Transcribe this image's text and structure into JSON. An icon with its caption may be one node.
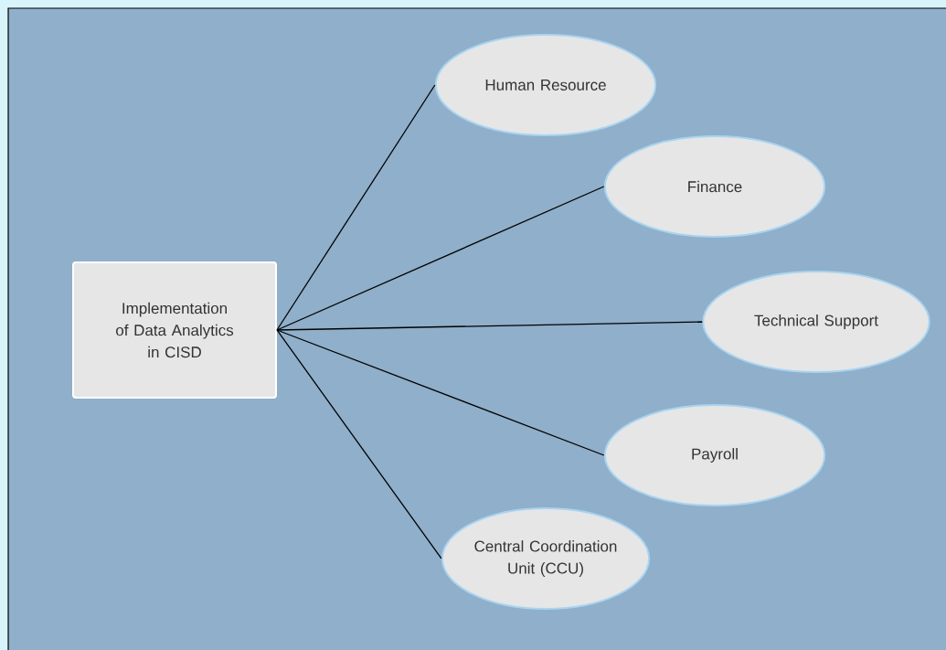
{
  "diagram": {
    "nodes": [
      {
        "text": [
          "Implementation of Data Analytics in CISD"
        ]
      },
      {
        "text": [
          "Human Resource"
        ]
      },
      {
        "text": [
          "Finance"
        ]
      },
      {
        "text": [
          "Technical Support"
        ]
      },
      {
        "text": [
          "Payroll"
        ]
      },
      {
        "text": [
          "Central Coordination Unit (CCU)"
        ]
      }
    ],
    "edges": [
      {
        "from": 0,
        "to": 1,
        "arrow": "none"
      },
      {
        "from": 0,
        "to": 2,
        "arrow": "none"
      },
      {
        "from": 0,
        "to": 3,
        "arrow": "none"
      },
      {
        "from": 0,
        "to": 4,
        "arrow": "none"
      },
      {
        "from": 0,
        "to": 5,
        "arrow": "none"
      }
    ]
  }
}
